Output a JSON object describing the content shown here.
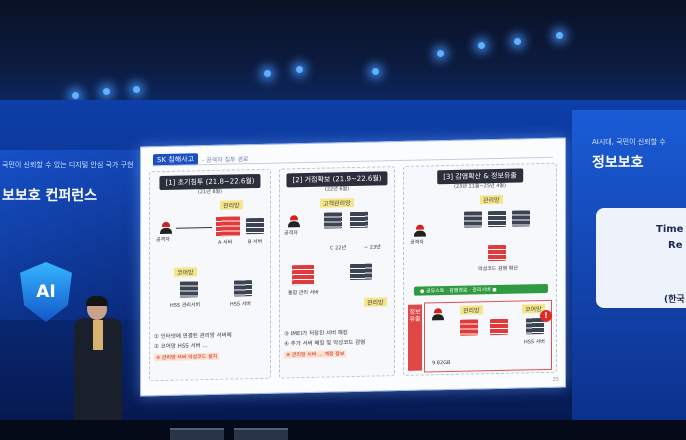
{
  "left_screen": {
    "small_text": "국민이 신뢰할 수 있는 디지털 안심 국가 구현",
    "title": "보보호 컨퍼런스",
    "shield_text": "AI"
  },
  "slide": {
    "header_badge": "SK 침해사고",
    "header_sub": "- 공격자 침투 경로",
    "page": "25",
    "panels": [
      {
        "title": "[1] 초기침투 (21.8~22.6월)",
        "date": "(21년 8월)",
        "labels": [
          "관리망",
          "코어망"
        ],
        "texts": [
          "공격자",
          "A 서버",
          "B 서버",
          "HSS 관리서버",
          "HSS 서버"
        ],
        "notes": [
          "① 인터넷에 연결된 관리망 서버에",
          "② 코어망 HSS 서버 ...",
          "※ 관리망 서버 악성코드 설치"
        ]
      },
      {
        "title": "[2] 거점확보 (21.9~22.6월)",
        "date": "(22년 6월)",
        "labels": [
          "고객관리망",
          "관리망"
        ],
        "texts": [
          "공격자",
          "C 22년",
          "~ 23년",
          "통합 관리 서버"
        ],
        "notes": [
          "③ IMEI가 저장된 서버 해킹",
          "④ 추가 서버 해킹 및 악성코드 감염",
          "※ 관리망 서버 ... 계정 정보"
        ]
      },
      {
        "title": "[3] 감염확산 & 정보유출",
        "date": "(23년 11월~25년 4월)",
        "labels": [
          "관리망",
          "관리망",
          "코어망"
        ],
        "texts": [
          "공격자",
          "악성코드 감염 확산",
          "경로 ... 감염",
          "공격자",
          "9.82GB",
          "HSS 서버"
        ],
        "green": "● 공유스토 · 감염경로 · 관리서버 ●",
        "side": "정보유출",
        "alert": "!"
      }
    ]
  },
  "right_screen": {
    "small_text": "AI시대, 국민이 신뢰할 수",
    "title": "정보보호",
    "card_line1": "Time",
    "card_line2": "Re",
    "card_line3": "(한국"
  },
  "colors": {
    "wall": "#0d3fa8",
    "slide_bg": "#fbfcfe",
    "accent_red": "#e23a3a",
    "accent_green": "#2f9a3f"
  }
}
